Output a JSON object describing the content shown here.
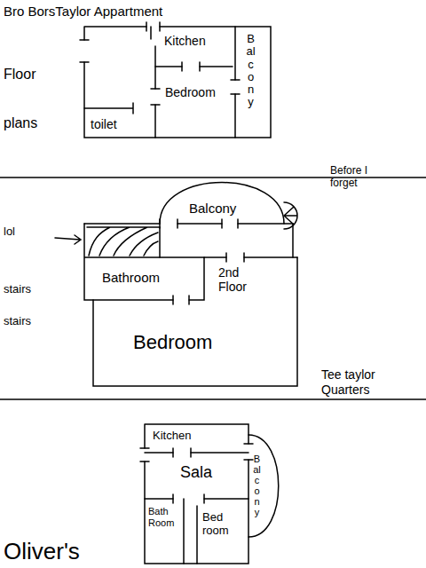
{
  "diagram": {
    "nodes": [
      {
        "text": [
          "Kitchen"
        ]
      },
      {
        "text": [
          "Balcony"
        ]
      },
      {
        "text": [
          "toilet"
        ]
      },
      {
        "text": [
          "Bedroom"
        ]
      },
      {
        "text": [
          "Balcony"
        ]
      },
      {
        "text": [
          "Bathroom"
        ]
      },
      {
        "text": [
          "2nd Floor"
        ]
      },
      {
        "text": [
          "Bedroom"
        ]
      },
      {
        "text": [
          "Kitchen"
        ]
      },
      {
        "text": [
          "Balcony"
        ]
      },
      {
        "text": [
          "Sala"
        ]
      },
      {
        "text": [
          "Bath Room"
        ]
      },
      {
        "text": [
          "Bed room"
        ]
      }
    ],
    "labels": [
      "Bro BorsTaylor Appartment",
      "Floor",
      "plans",
      "Before I forget",
      "lol",
      "stairs",
      "stairs",
      "Tee taylor Quarters",
      "Oliver's"
    ]
  }
}
